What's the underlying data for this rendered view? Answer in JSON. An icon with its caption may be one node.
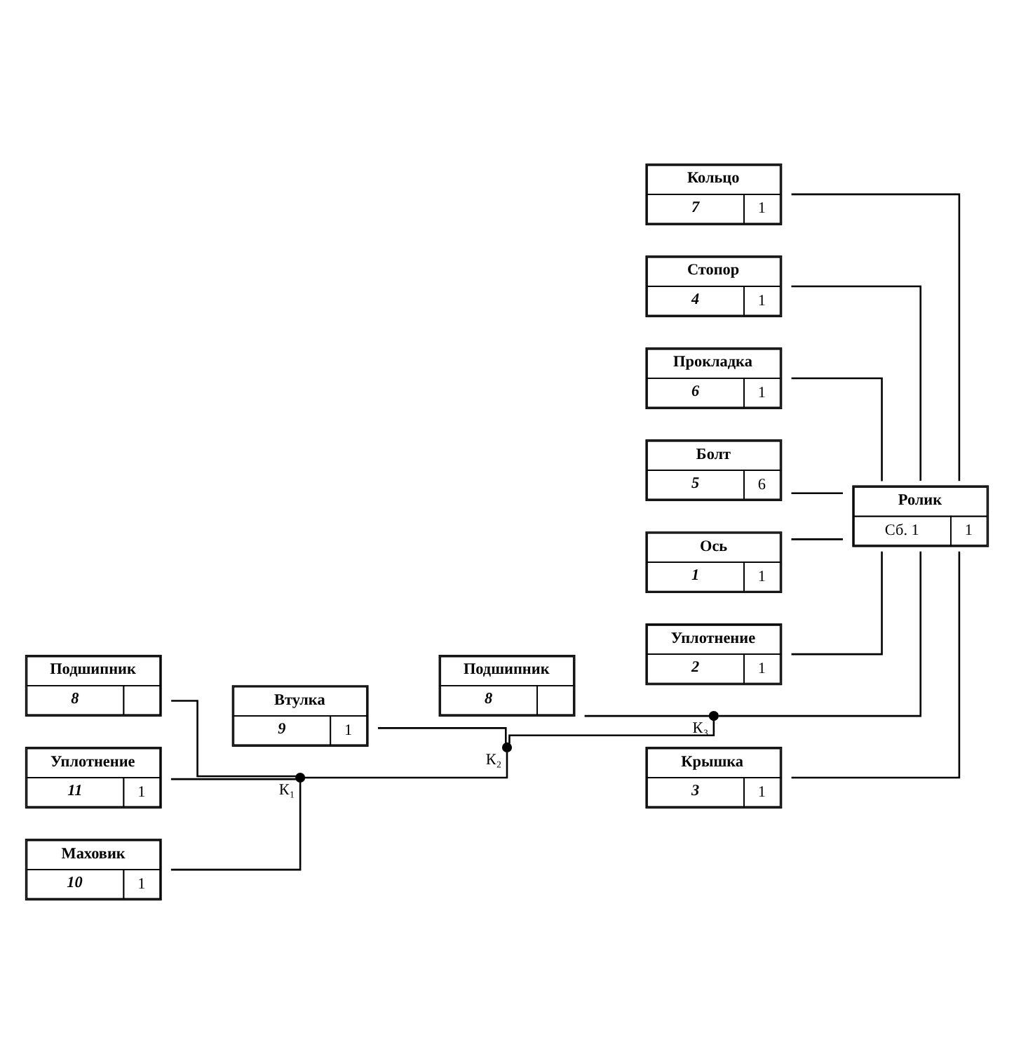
{
  "diagram": {
    "nodes": [
      {
        "text": [
          "Кольцо",
          "7",
          "1"
        ]
      },
      {
        "text": [
          "Стопор",
          "4",
          "1"
        ]
      },
      {
        "text": [
          "Прокладка",
          "6",
          "1"
        ]
      },
      {
        "text": [
          "Болт",
          "5",
          "6"
        ]
      },
      {
        "text": [
          "Ось",
          "1",
          "1"
        ]
      },
      {
        "text": [
          "Ролик",
          "Сб. 1",
          "1"
        ]
      },
      {
        "text": [
          "Уплотнение",
          "2",
          "1"
        ]
      },
      {
        "text": [
          "Подшипник",
          "8"
        ]
      },
      {
        "text": [],
        "shape": "circle",
        "beside": [
          "К₃"
        ]
      },
      {
        "text": [
          "Крышка",
          "3",
          "1"
        ]
      },
      {
        "text": [
          "Втулка",
          "9",
          "1"
        ]
      },
      {
        "text": [],
        "shape": "circle",
        "beside": [
          "К₂"
        ]
      },
      {
        "text": [
          "Подшипник",
          "8"
        ]
      },
      {
        "text": [],
        "shape": "circle",
        "beside": [
          "К₁"
        ]
      },
      {
        "text": [
          "Уплотнение",
          "11",
          "1"
        ]
      },
      {
        "text": [
          "Маховик",
          "10",
          "1"
        ]
      }
    ],
    "edges": [
      {
        "from": 4,
        "to": 5,
        "arrow": "none"
      },
      {
        "from": 0,
        "to": 5,
        "arrow": "none"
      },
      {
        "from": 1,
        "to": 5,
        "arrow": "none"
      },
      {
        "from": 2,
        "to": 5,
        "arrow": "none"
      },
      {
        "from": 3,
        "to": 5,
        "arrow": "none"
      },
      {
        "from": 6,
        "to": 5,
        "arrow": "none"
      },
      {
        "from": 9,
        "to": 5,
        "arrow": "none"
      },
      {
        "from": 8,
        "to": 5,
        "arrow": "none"
      },
      {
        "from": 7,
        "to": 8,
        "arrow": "none"
      },
      {
        "from": 11,
        "to": 8,
        "arrow": "none"
      },
      {
        "from": 10,
        "to": 11,
        "arrow": "none"
      },
      {
        "from": 13,
        "to": 11,
        "arrow": "none"
      },
      {
        "from": 12,
        "to": 13,
        "arrow": "none"
      },
      {
        "from": 15,
        "to": 13,
        "arrow": "none"
      },
      {
        "from": 14,
        "to": 13,
        "arrow": "none"
      }
    ]
  }
}
